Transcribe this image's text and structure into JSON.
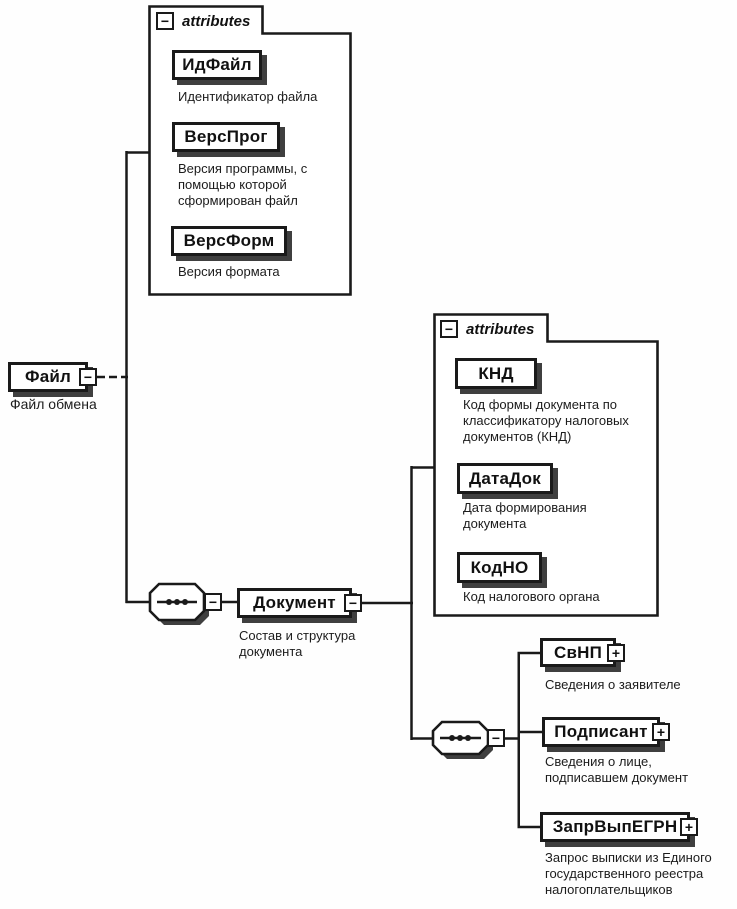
{
  "colors": {
    "ink": "#1a1a1a",
    "shadow": "#3f3f3f",
    "paper": "#ffffff"
  },
  "signs": {
    "collapse": "−",
    "expand": "+"
  },
  "attributes_header": {
    "label": "attributes"
  },
  "root": {
    "name": "Файл",
    "annotation": "Файл обмена"
  },
  "file_attributes": [
    {
      "name": "ИдФайл",
      "annotation": [
        "Идентификатор файла"
      ]
    },
    {
      "name": "ВерсПрог",
      "annotation": [
        "Версия программы, с",
        "помощью которой",
        "сформирован файл"
      ]
    },
    {
      "name": "ВерсФорм",
      "annotation": [
        "Версия формата"
      ]
    }
  ],
  "document": {
    "name": "Документ",
    "annotation": [
      "Состав и структура",
      "документа"
    ]
  },
  "document_attributes": [
    {
      "name": "КНД",
      "annotation": [
        "Код формы документа по",
        "классификатору налоговых",
        "документов (КНД)"
      ]
    },
    {
      "name": "ДатаДок",
      "annotation": [
        "Дата формирования",
        "документа"
      ]
    },
    {
      "name": "КодНО",
      "annotation": [
        "Код налогового органа"
      ]
    }
  ],
  "children": [
    {
      "name": "СвНП",
      "annotation": [
        "Сведения о заявителе"
      ]
    },
    {
      "name": "Подписант",
      "annotation": [
        "Сведения о лице,",
        "подписавшем документ"
      ]
    },
    {
      "name": "ЗапрВыпЕГРН",
      "annotation": [
        "Запрос выписки из Единого",
        "государственного реестра",
        "налогоплательщиков"
      ]
    }
  ]
}
